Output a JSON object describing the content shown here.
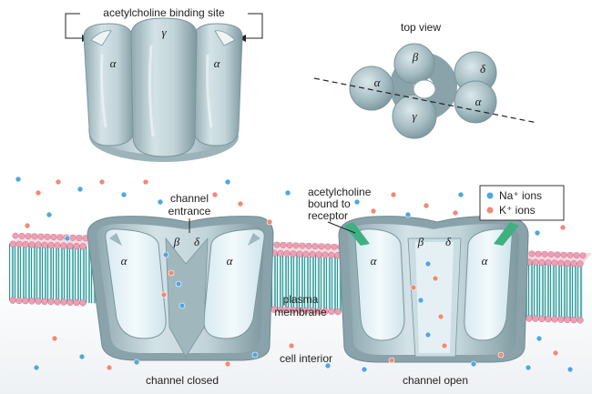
{
  "top_left": {
    "binding_site_label": "acetylcholine binding site",
    "subunits": [
      "α",
      "γ",
      "α"
    ]
  },
  "top_right": {
    "title": "top view",
    "subunits": [
      "β",
      "δ",
      "α",
      "α",
      "γ"
    ]
  },
  "bottom": {
    "channel_entrance_line1": "channel",
    "channel_entrance_line2": "entrance",
    "ach_bound_line1": "acetylcholine",
    "ach_bound_line2": "bound to",
    "ach_bound_line3": "receptor",
    "membrane_line1": "plasma",
    "membrane_line2": "membrane",
    "cell_interior": "cell interior",
    "closed_label": "channel closed",
    "open_label": "channel open",
    "closed_subunits": [
      "α",
      "β",
      "δ",
      "α"
    ],
    "open_subunits": [
      "α",
      "β",
      "δ",
      "α"
    ]
  },
  "legend": {
    "na_label": "Na⁺ ions",
    "k_label": "K⁺ ions"
  },
  "colors": {
    "protein_fill": "#b9cdd2",
    "protein_dark": "#7f9aa1",
    "channel_light": "#e8f4f8",
    "lipid_head": "#ee9fb3",
    "lipid_tail": "#39a7a6",
    "na_ion": "#4fa7df",
    "k_ion": "#f08a73",
    "ach_arrow": "#3fb081"
  }
}
